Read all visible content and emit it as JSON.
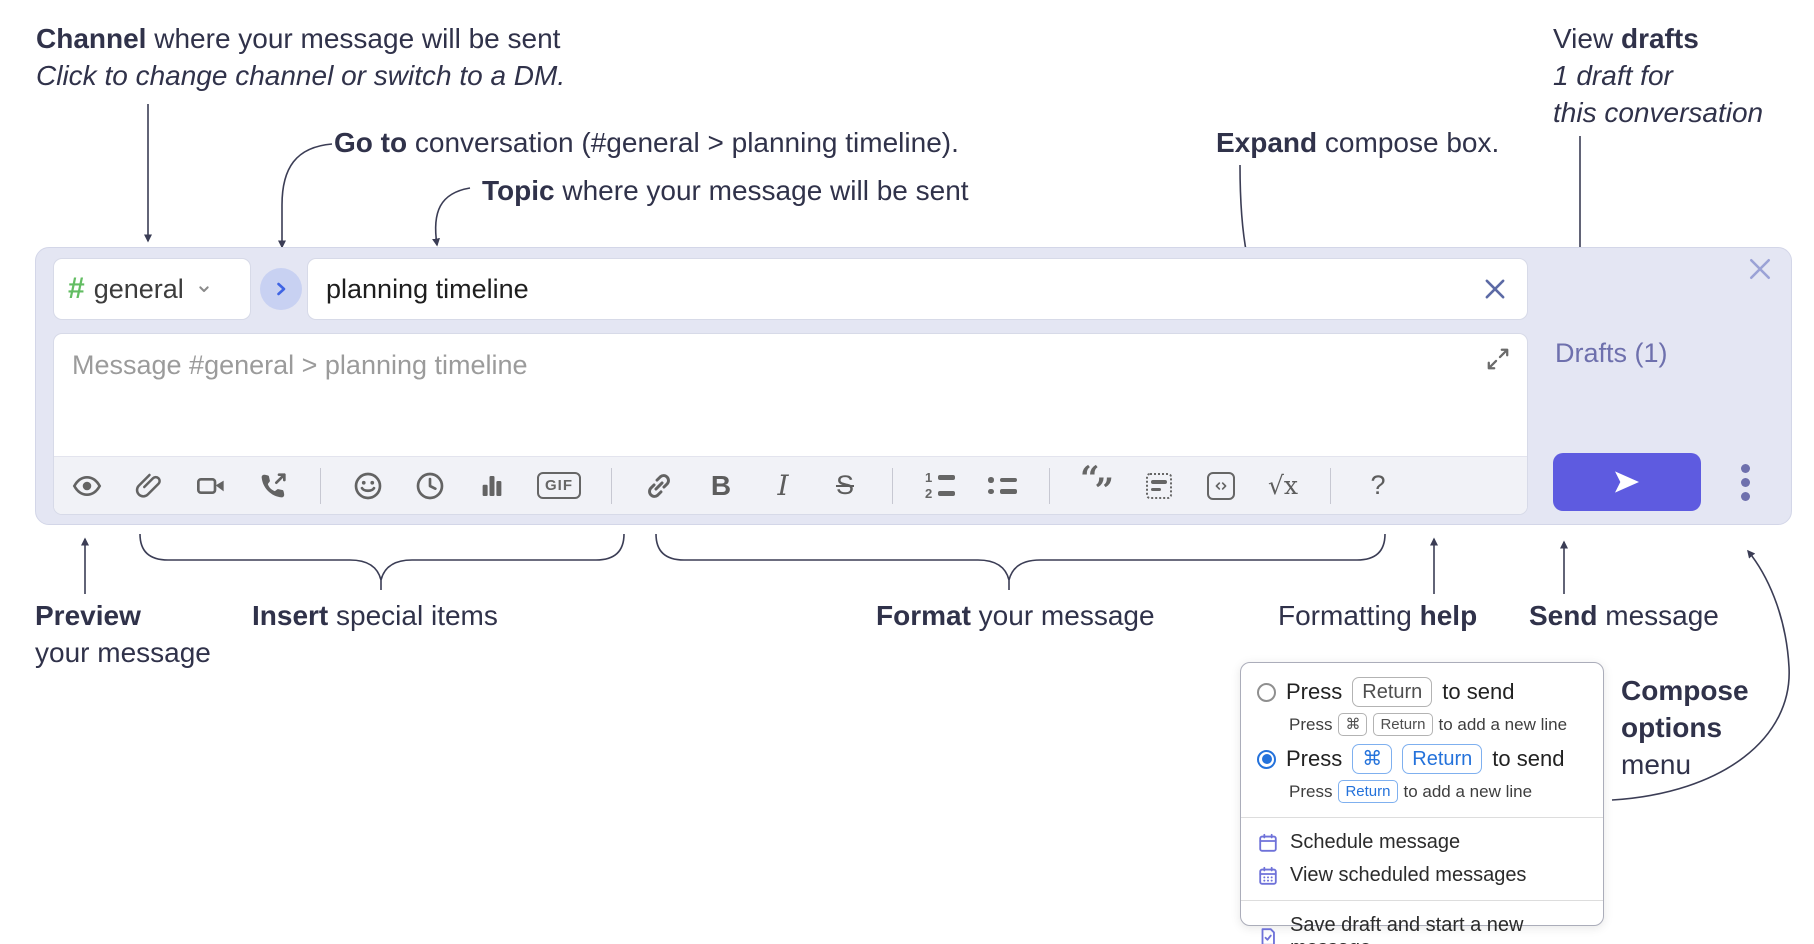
{
  "annotations": {
    "channel": {
      "bold": "Channel",
      "rest": " where your message will be sent",
      "sub": "Click to change channel or switch to a DM."
    },
    "goto": {
      "bold": "Go to",
      "rest": " conversation (#general > planning timeline)."
    },
    "topic": {
      "bold": "Topic",
      "rest": " where your message will be sent"
    },
    "expand": {
      "bold": "Expand",
      "rest": " compose box."
    },
    "drafts": {
      "pre": "View ",
      "bold": "drafts",
      "line2": "1 draft for",
      "line3": "this conversation"
    },
    "preview": {
      "bold": "Preview",
      "line2": "your message"
    },
    "insert": {
      "bold": "Insert",
      "rest": " special items"
    },
    "format": {
      "bold": "Format",
      "rest": " your message"
    },
    "help": {
      "pre": "Formatting ",
      "bold": "help"
    },
    "send": {
      "bold": "Send",
      "rest": " message"
    },
    "compose_options": {
      "line1": "Compose",
      "line2": "options",
      "line3": "menu"
    }
  },
  "compose": {
    "channel": {
      "hash": "#",
      "label": "general"
    },
    "topic_value": "planning timeline",
    "message_placeholder": "Message #general > planning timeline",
    "drafts_label": "Drafts (1)"
  },
  "toolbar": {
    "icons": [
      "preview-eye",
      "attach-file",
      "video-call",
      "audio-call",
      "emoji",
      "time",
      "poll",
      "gif",
      "link",
      "bold",
      "italic",
      "strikethrough",
      "numbered-list",
      "bulleted-list",
      "quote",
      "spoiler",
      "code",
      "math",
      "help"
    ],
    "gif": "GIF",
    "bold": "B",
    "italic": "I",
    "strike": "S",
    "math": "√x",
    "help": "?"
  },
  "popup": {
    "opt1": {
      "prefix": "Press",
      "key": "Return",
      "suffix": "to send",
      "sub_prefix": "Press",
      "sub_key1": "⌘",
      "sub_key2": "Return",
      "sub_suffix": "to add a new line"
    },
    "opt2": {
      "prefix": "Press",
      "key1": "⌘",
      "key2": "Return",
      "suffix": "to send",
      "sub_prefix": "Press",
      "sub_key": "Return",
      "sub_suffix": "to add a new line"
    },
    "items": [
      {
        "label": "Schedule message"
      },
      {
        "label": "View scheduled messages"
      },
      {
        "label": "Save draft and start a new message"
      }
    ]
  },
  "colors": {
    "compose_bg": "#e4e6f3",
    "send_button": "#5e5be0",
    "drafts_link": "#6e70ad",
    "hash_green": "#63bd63",
    "radio_blue": "#2472db",
    "menu_icon_purple": "#6f72d9",
    "annotation_ink": "#30324a"
  }
}
